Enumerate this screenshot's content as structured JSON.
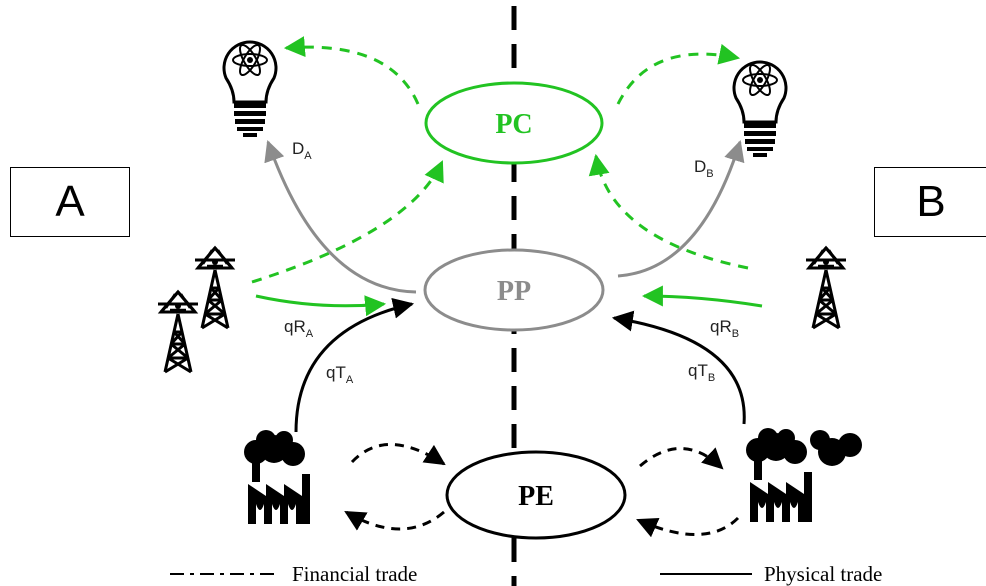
{
  "regions": {
    "left": "A",
    "right": "B"
  },
  "nodes": {
    "pc": "PC",
    "pp": "PP",
    "pe": "PE"
  },
  "flows": {
    "d_a": {
      "main": "D",
      "sub": "A"
    },
    "d_b": {
      "main": "D",
      "sub": "B"
    },
    "qr_a": {
      "main": "qR",
      "sub": "A"
    },
    "qr_b": {
      "main": "qR",
      "sub": "B"
    },
    "qt_a": {
      "main": "qT",
      "sub": "A"
    },
    "qt_b": {
      "main": "qT",
      "sub": "B"
    }
  },
  "legend": {
    "financial": "Financial trade",
    "physical": "Physical trade"
  },
  "colors": {
    "consumer": "#22c322",
    "producer": "#8c8c8c",
    "emitter": "#000000"
  },
  "icons": {
    "consumer": "lightbulb-atom-icon",
    "renewable": "wind-turbine-icon",
    "thermal": "factory-icon"
  }
}
